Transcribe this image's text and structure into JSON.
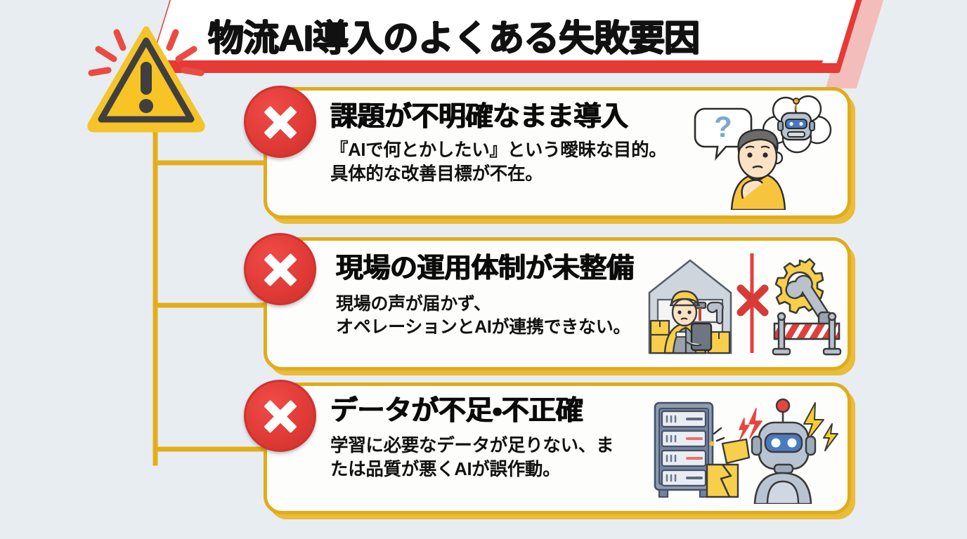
{
  "page": {
    "title": "物流AI導入のよくある失敗要因",
    "background_color": "#e8edf2",
    "accent_red": "#e63a37",
    "accent_yellow": "#e0ac1c",
    "warning_icon": "warning-triangle-icon"
  },
  "cards": [
    {
      "badge": "x-mark-icon",
      "title": "課題が不明確なまま導入",
      "body_line1": "『AIで何とかしたい』という曖昧な目的。",
      "body_line2": "具体的な改善目標が不在。",
      "illustration": "confused-person-thinking-about-robot-illustration"
    },
    {
      "badge": "x-mark-icon",
      "title": "現場の運用体制が未整備",
      "body_line1": "現場の声が届かず、",
      "body_line2": "オペレーションとAIが連携できない。",
      "illustration": "warehouse-worker-disconnected-from-robot-arm-illustration"
    },
    {
      "badge": "x-mark-icon",
      "title": "データが不足・不正確",
      "body_line1": "学習に必要なデータが足りない、ま",
      "body_line2": "たは品質が悪くAIが誤作動。",
      "illustration": "server-rack-broken-data-malfunctioning-robot-illustration"
    }
  ]
}
